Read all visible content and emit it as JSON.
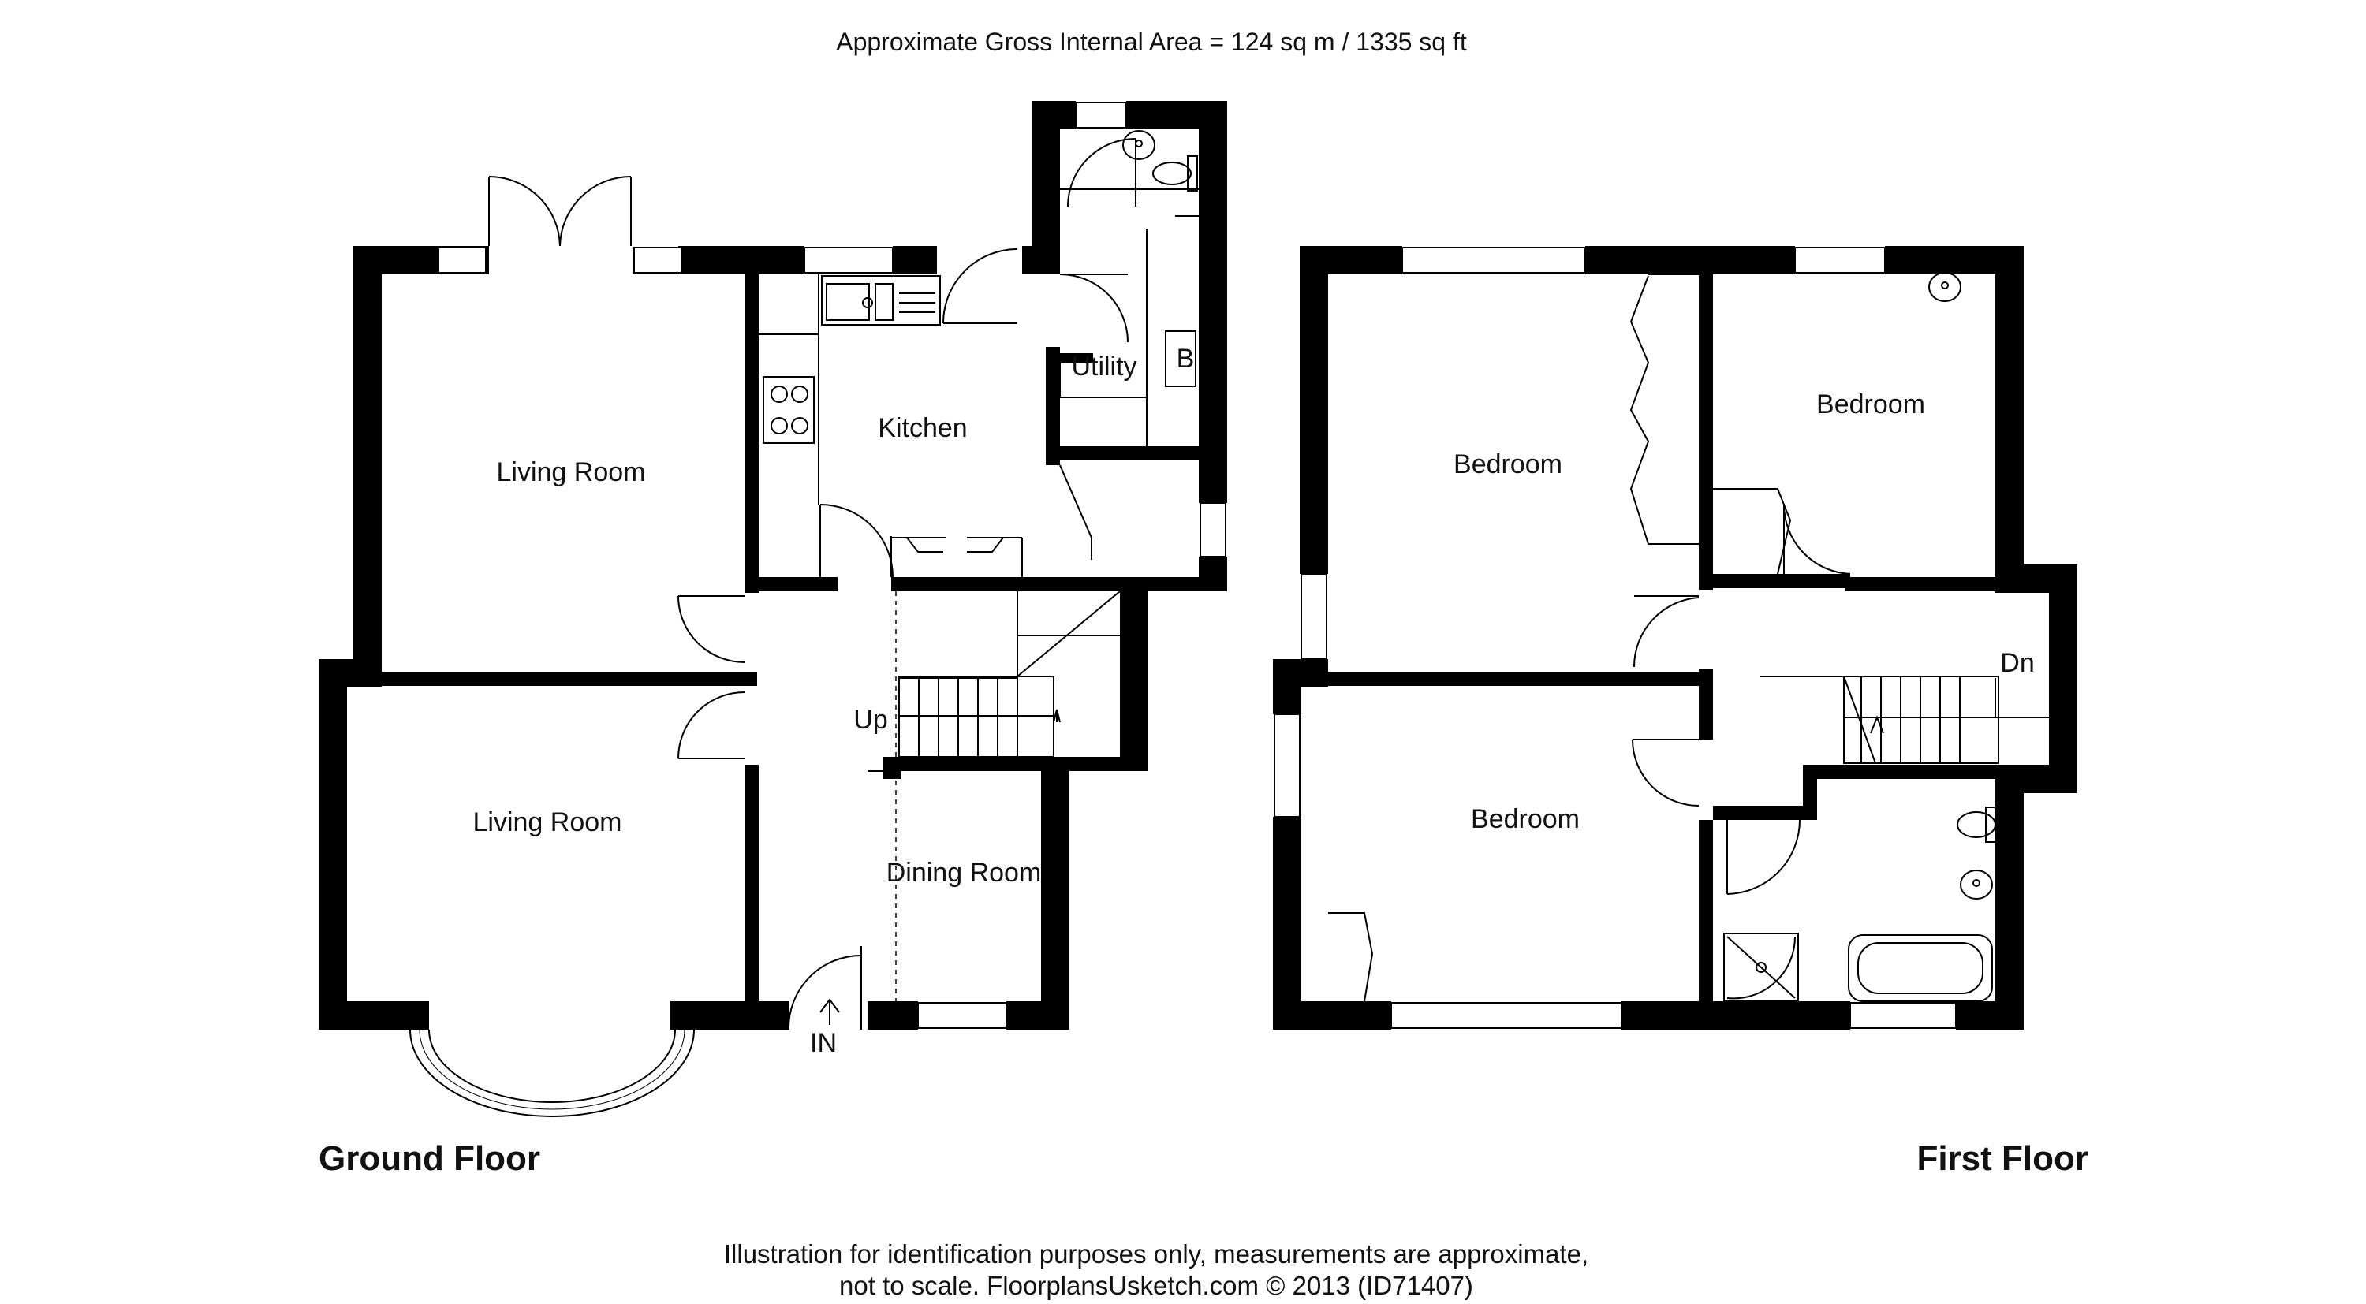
{
  "header": {
    "area_text": "Approximate Gross Internal Area  = 124 sq m / 1335 sq ft"
  },
  "ground_floor": {
    "title": "Ground Floor",
    "rooms": {
      "living_room_rear": "Living Room",
      "living_room_front": "Living Room",
      "kitchen": "Kitchen",
      "utility": "Utility",
      "dining_room": "Dining Room",
      "boiler": "B",
      "stairs_up": "Up",
      "entrance": "IN"
    }
  },
  "first_floor": {
    "title": "First Floor",
    "rooms": {
      "bedroom_main": "Bedroom",
      "bedroom_rear_right": "Bedroom",
      "bedroom_front": "Bedroom",
      "stairs_down": "Dn"
    }
  },
  "footer": {
    "line1": "Illustration for identification purposes only, measurements are approximate,",
    "line2": "not to scale. FloorplansUsketch.com © 2013 (ID71407)"
  }
}
